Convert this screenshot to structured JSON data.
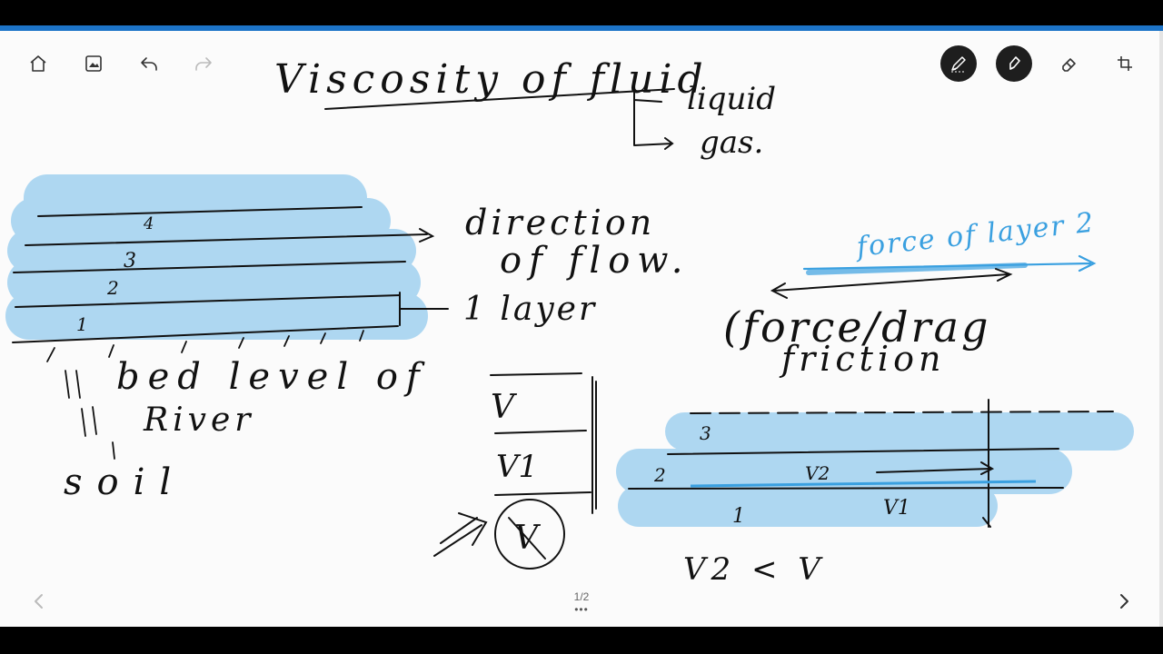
{
  "toolbar": {
    "left": [
      {
        "name": "home-icon"
      },
      {
        "name": "image-icon"
      },
      {
        "name": "undo-icon"
      },
      {
        "name": "redo-icon"
      }
    ],
    "right": [
      {
        "name": "pen-tool-icon",
        "active": true
      },
      {
        "name": "highlighter-tool-icon",
        "active": true
      },
      {
        "name": "eraser-icon"
      },
      {
        "name": "crop-icon"
      }
    ]
  },
  "whiteboard": {
    "title": "Viscosity of fluid",
    "branch_liquid": "liquid",
    "branch_gas": "gas.",
    "direction_line1": "direction",
    "direction_line2": "of flow.",
    "layer_label": "1 layer",
    "bed_level": "bed level of",
    "river": "River",
    "soil": "soil",
    "layer_numbers_left": [
      "4",
      "3",
      "2",
      "1"
    ],
    "velocity_v": "V",
    "velocity_v1": "V1",
    "velocity_circle": "V",
    "force_of_layer": "force of layer 2",
    "force_drag": "(force/drag",
    "friction": "friction",
    "layer_numbers_right": [
      "3",
      "2",
      "1"
    ],
    "v2_label": "V2",
    "v1_label": "V1",
    "comparison": "V2 < V",
    "highlight_color": "#7cc0ec",
    "ink_color": "#111111",
    "annotation_color": "#3aa0e0"
  },
  "page": {
    "indicator": "1/2",
    "dots": "•••"
  },
  "colors": {
    "accent_bar": "#1d74c8",
    "canvas": "#fbfbfb"
  }
}
